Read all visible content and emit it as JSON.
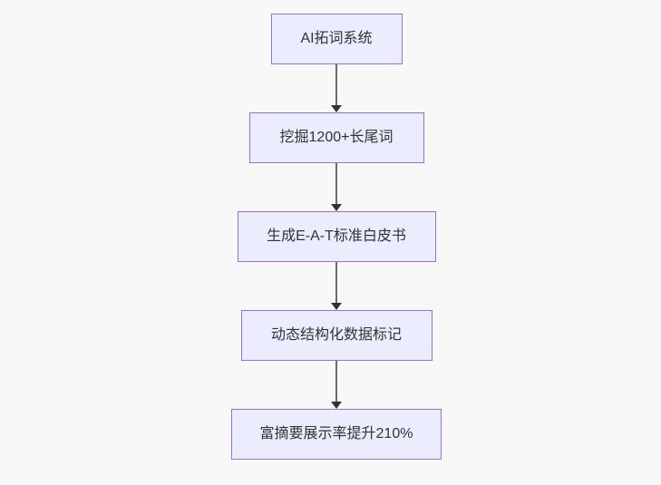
{
  "diagram": {
    "type": "flowchart-vertical",
    "direction": "top-down",
    "nodes": [
      {
        "id": "n1",
        "label": "AI拓词系统"
      },
      {
        "id": "n2",
        "label": "挖掘1200+长尾词"
      },
      {
        "id": "n3",
        "label": "生成E-A-T标准白皮书"
      },
      {
        "id": "n4",
        "label": "动态结构化数据标记"
      },
      {
        "id": "n5",
        "label": "富摘要展示率提升210%"
      }
    ],
    "edges": [
      {
        "from": "n1",
        "to": "n2",
        "style": "arrow-down"
      },
      {
        "from": "n2",
        "to": "n3",
        "style": "arrow-down"
      },
      {
        "from": "n3",
        "to": "n4",
        "style": "arrow-down"
      },
      {
        "from": "n4",
        "to": "n5",
        "style": "arrow-down"
      }
    ]
  },
  "colors": {
    "background": "#f8f8f8",
    "node_fill": "#ECECFF",
    "node_border": "#9370DB",
    "node_text": "#333333",
    "arrow_line": "#6b6b6b",
    "arrow_head": "#333333"
  }
}
